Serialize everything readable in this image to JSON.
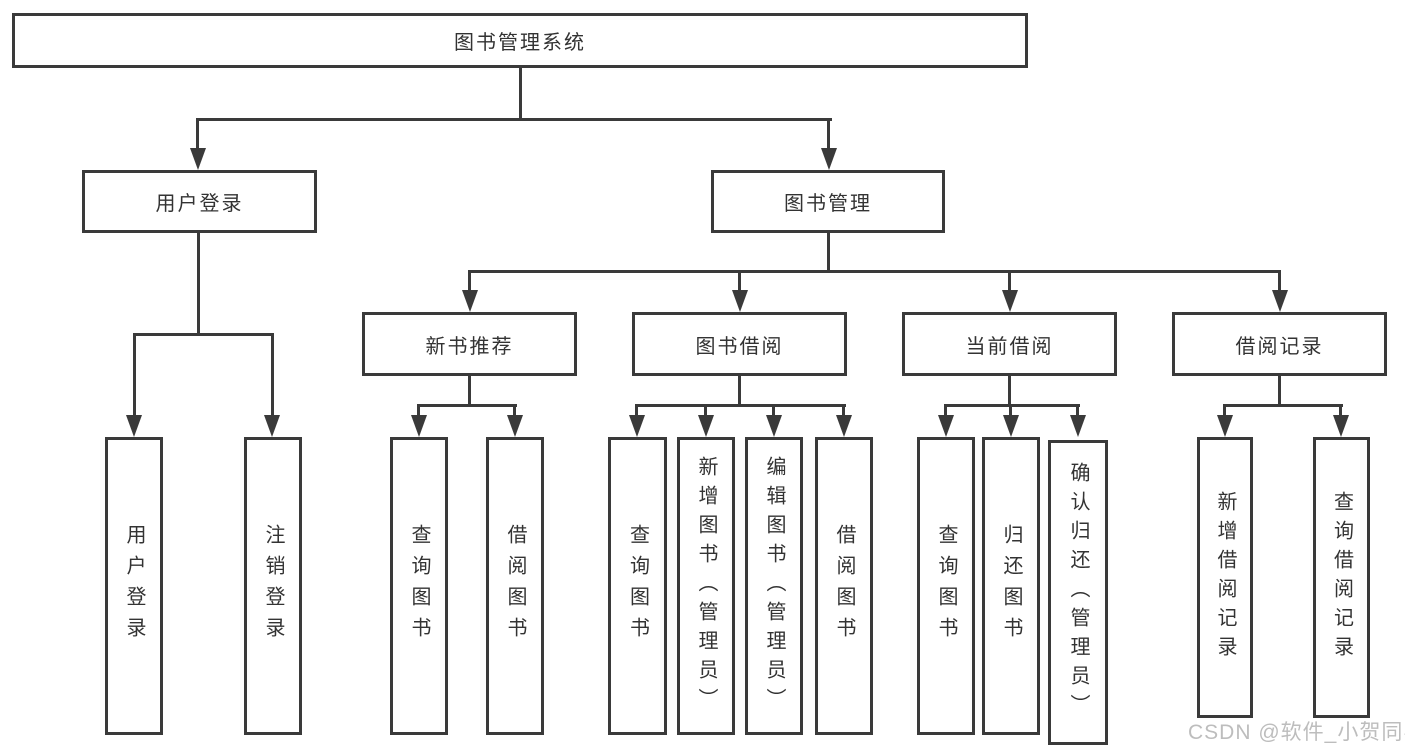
{
  "diagram": {
    "root": {
      "label": "图书管理系统"
    },
    "branches": [
      {
        "label": "用户登录",
        "children": [
          "用户登录",
          "注销登录"
        ]
      },
      {
        "label": "图书管理",
        "children": [
          {
            "label": "新书推荐",
            "children": [
              "查询图书",
              "借阅图书"
            ]
          },
          {
            "label": "图书借阅",
            "children": [
              "查询图书",
              "新增图书（管理员）",
              "编辑图书（管理员）",
              "借阅图书"
            ]
          },
          {
            "label": "当前借阅",
            "children": [
              "查询图书",
              "归还图书",
              "确认归还（管理员）"
            ]
          },
          {
            "label": "借阅记录",
            "children": [
              "新增借阅记录",
              "查询借阅记录"
            ]
          }
        ]
      }
    ],
    "colors": {
      "line": "#3a3a3a",
      "text": "#333333",
      "background": "#ffffff",
      "watermark": "#bdbdbd"
    },
    "watermark": "CSDN @软件_小贺同学"
  }
}
